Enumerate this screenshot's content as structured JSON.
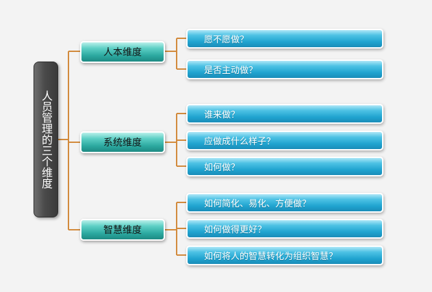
{
  "root": {
    "label": "人员管理的三个维度"
  },
  "dimensions": [
    {
      "label": "人本维度",
      "questions": [
        "愿不愿做？",
        "是否主动做？"
      ]
    },
    {
      "label": "系统维度",
      "questions": [
        "谁来做？",
        "应做成什么样子？",
        "如何做？"
      ]
    },
    {
      "label": "智慧维度",
      "questions": [
        "如何简化、易化、方便做？",
        "如何做得更好？",
        "如何将人的智慧转化为组织智慧？"
      ]
    }
  ],
  "colors": {
    "connector": "#d28a3c",
    "root_box": "#4a4a4a",
    "dimension_box": "#2ba89f",
    "question_box": "#1fa3cf",
    "background": "#f3f3f3"
  }
}
